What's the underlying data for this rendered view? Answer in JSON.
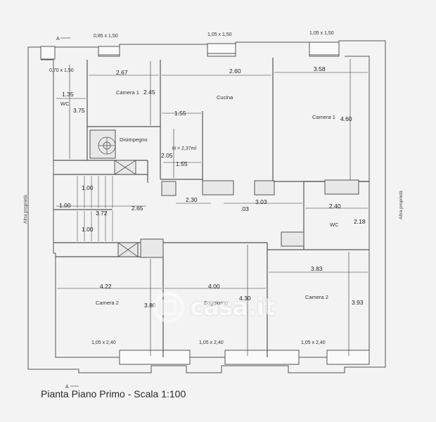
{
  "title": "Pianta Piano Primo - Scala 1:100",
  "watermark": "casa.it",
  "rooms": {
    "camera1_nw": "Camera 1",
    "wc_nw": "WC",
    "cucina": "Cucina",
    "camera1_ne": "Camera 1",
    "disimpegno": "Disimpegno",
    "wc_e": "WC",
    "camera2_sw": "Camera 2",
    "soggiorno": "Soggiorno",
    "camera2_se": "Camera 2"
  },
  "side_labels": {
    "left": "Altra proprietà",
    "right": "Altra proprietà"
  },
  "section_marks": {
    "top": "A",
    "bottom": "A"
  },
  "windows": {
    "w1": "0,85 x 1,50",
    "w2": "1,05 x 1,50",
    "w3": "1,05 x 1,50",
    "w4": "0,70 x 1,50",
    "w5": "1,05 x 2,40",
    "w6": "1,05 x 2,40",
    "w7": "1,05 x 2,40"
  },
  "height_note": "H = 2,37ml",
  "dims": {
    "d267": "2.67",
    "d245": "2.45",
    "d135": "1.35",
    "d375": "3.75",
    "d260": "2.60",
    "d155a": "1.55",
    "d205": "2.05",
    "d155b": "1.55",
    "d358": "3.58",
    "d460": "4.60",
    "d100a": "1.00",
    "d100b": "1.00",
    "d372": "3.72",
    "d265": "2.65",
    "d100c": "1.00",
    "d230": "2.30",
    "d03": ".03",
    "d303": "3.03",
    "d240": "2.40",
    "d218": "2.18",
    "d422": "4.22",
    "d380": "3.80",
    "d400": "4.00",
    "d430": "4.30",
    "d383": "3.83",
    "d393": "3.93"
  }
}
